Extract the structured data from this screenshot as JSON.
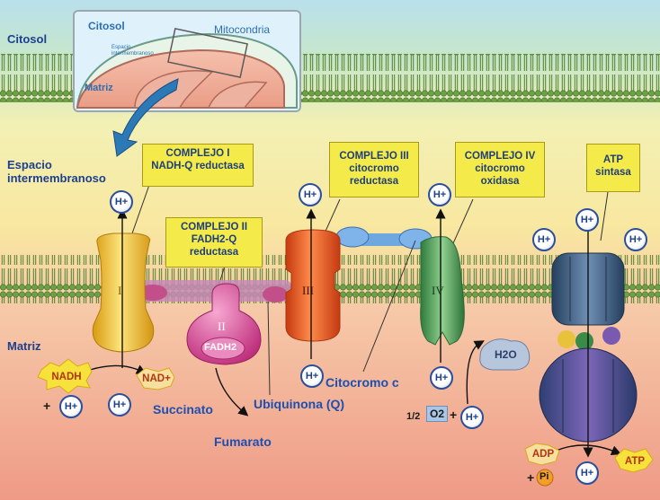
{
  "inset": {
    "cytosol": "Citosol",
    "mitochondria": "Mitocondria",
    "intermembrane": "Espacio intermembranoso",
    "matrix": "Matriz"
  },
  "regions": {
    "cytosol": "Citosol",
    "intermembrane_line1": "Espacio",
    "intermembrane_line2": "intermembranoso",
    "matrix": "Matriz"
  },
  "callouts": {
    "complex1": [
      "COMPLEJO I",
      "NADH-Q reductasa"
    ],
    "complex2": [
      "COMPLEJO II",
      "FADH2-Q",
      "reductasa"
    ],
    "complex3": [
      "COMPLEJO III",
      "citocromo",
      "reductasa"
    ],
    "complex4": [
      "COMPLEJO IV",
      "citocromo",
      "oxidasa"
    ],
    "atp_synthase": [
      "ATP",
      "sintasa"
    ]
  },
  "roman": {
    "c1": "I",
    "c2": "II",
    "c3": "III",
    "c4": "IV"
  },
  "ion": "H+",
  "molecules": {
    "nadh": "NADH",
    "nad": "NAD+",
    "fadh": "FADH2",
    "plus": "+",
    "succinate": "Succinato",
    "fumarate": "Fumarato",
    "ubiquinone": "Ubiquinona (Q)",
    "cytochrome_c": "Citocromo c",
    "water": "H2O",
    "oxygen_fraction": "1/2",
    "oxygen": "O2",
    "adp": "ADP",
    "pi": "Pi",
    "atp": "ATP"
  },
  "colors": {
    "cytosol": "#b9e0ec",
    "intermembrane": "#f7f0b8",
    "matrix": "#f2a48f",
    "membrane": "#8bb561",
    "complex1": "#f2c320",
    "complex2": "#d94f9a",
    "complex3": "#ef5a22",
    "complex4": "#4f9a58",
    "atp_synthase": "#3e5c7c",
    "callout": "#f4ea4a"
  }
}
